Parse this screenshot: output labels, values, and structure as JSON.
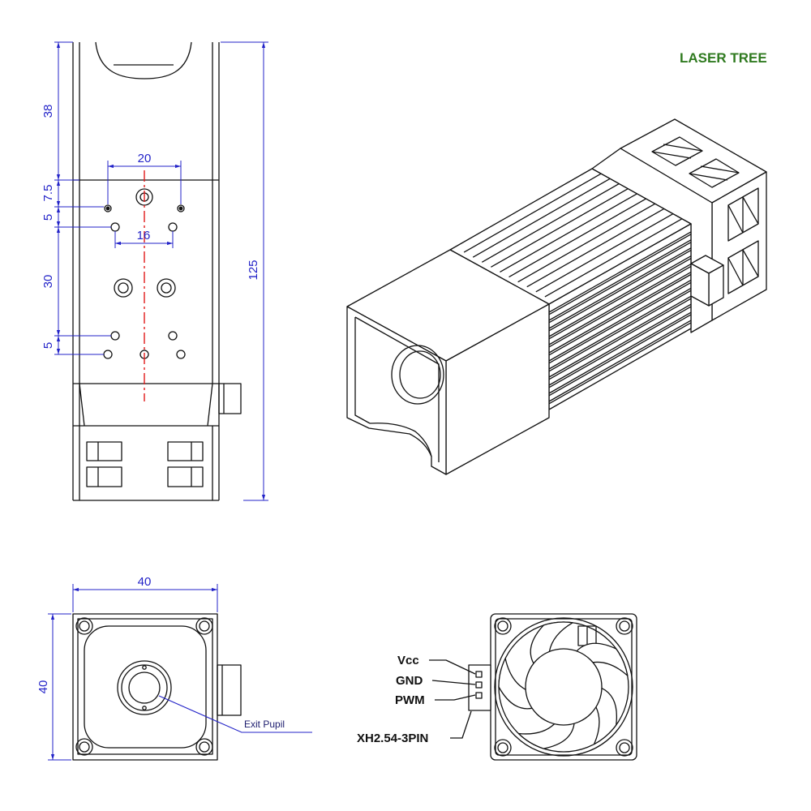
{
  "brand": {
    "logo_text": "LASER TREE",
    "logo_color": "#2f7a1f"
  },
  "colors": {
    "outline": "#111111",
    "dimension": "#2323c8",
    "center_line": "#e01a1a",
    "label": "#111111",
    "pupil_label": "#1c1c6e"
  },
  "front_view": {
    "overall_length": "125",
    "top_section_length": "38",
    "hole_offset_1": "7.5",
    "hole_offset_2": "5",
    "hole_spacing_vertical": "30",
    "hole_offset_3": "5",
    "top_hole_spacing": "20",
    "lower_hole_spacing": "16"
  },
  "end_view": {
    "width": "40",
    "height": "40",
    "exit_pupil_label": "Exit Pupil"
  },
  "fan_view": {
    "pin_labels": [
      "Vcc",
      "GND",
      "PWM"
    ],
    "connector_label": "XH2.54-3PIN"
  }
}
